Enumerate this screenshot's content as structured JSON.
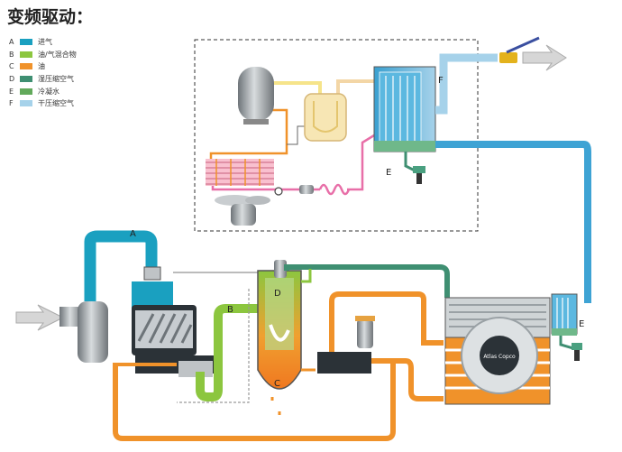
{
  "title": "变频驱动：",
  "legend": [
    {
      "letter": "A",
      "label": "进气",
      "color": "#1aa0c0"
    },
    {
      "letter": "B",
      "label": "油/气混合物",
      "color": "#8cc63f"
    },
    {
      "letter": "C",
      "label": "油",
      "color": "#f0922a"
    },
    {
      "letter": "D",
      "label": "湿压缩空气",
      "color": "#3f8f72"
    },
    {
      "letter": "E",
      "label": "冷凝水",
      "color": "#62a95b"
    },
    {
      "letter": "F",
      "label": "干压缩空气",
      "color": "#a6d2ea"
    }
  ],
  "markers": {
    "A": "A",
    "B": "B",
    "C": "C",
    "D": "D",
    "E_dryer": "E",
    "E_cooler": "E",
    "F": "F"
  },
  "brand_plate": "Atlas Copco"
}
